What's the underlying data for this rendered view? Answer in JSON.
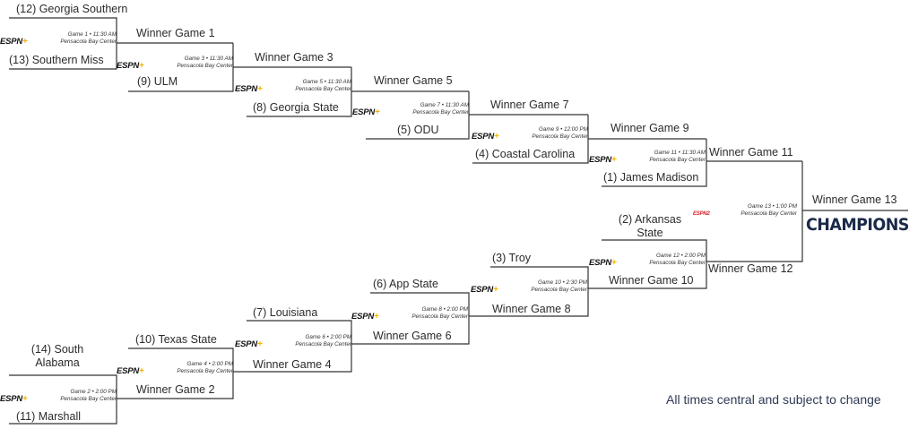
{
  "teams": {
    "t12": "(12) Georgia Southern",
    "t13": "(13) Southern Miss",
    "t9": "(9) ULM",
    "t8": "(8) Georgia State",
    "t5": "(5) ODU",
    "t4": "(4) Coastal Carolina",
    "t1": "(1) James Madison",
    "t14": "(14) South Alabama",
    "t11": "(11) Marshall",
    "t10": "(10) Texas State",
    "t7": "(7) Louisiana",
    "t6": "(6) App State",
    "t3": "(3) Troy",
    "t2": "(2) Arkansas State"
  },
  "winners": {
    "w1": "Winner Game 1",
    "w2": "Winner Game 2",
    "w3": "Winner Game 3",
    "w4": "Winner Game 4",
    "w5": "Winner Game 5",
    "w6": "Winner Game 6",
    "w7": "Winner Game 7",
    "w8": "Winner Game 8",
    "w9": "Winner Game 9",
    "w10": "Winner Game 10",
    "w11": "Winner Game 11",
    "w12": "Winner Game 12",
    "w13": "Winner Game 13"
  },
  "games": {
    "g1": {
      "label": "Game 1 • 11:30 AM",
      "venue": "Pensacola Bay Center"
    },
    "g2": {
      "label": "Game 2 • 2:00 PM",
      "venue": "Pensacola Bay Center"
    },
    "g3": {
      "label": "Game 3 • 11:30 AM",
      "venue": "Pensacola Bay Center"
    },
    "g4": {
      "label": "Game 4 • 2:00 PM",
      "venue": "Pensacola Bay Center"
    },
    "g5": {
      "label": "Game 5 • 11:30 AM",
      "venue": "Pensacola Bay Center"
    },
    "g6": {
      "label": "Game 6 • 2:00 PM",
      "venue": "Pensacola Bay Center"
    },
    "g7": {
      "label": "Game 7 • 11:30 AM",
      "venue": "Pensacola Bay Center"
    },
    "g8": {
      "label": "Game 8 • 2:00 PM",
      "venue": "Pensacola Bay Center"
    },
    "g9": {
      "label": "Game 9 • 12:00 PM",
      "venue": "Pensacola Bay Center"
    },
    "g10": {
      "label": "Game 10 • 2:30 PM",
      "venue": "Pensacola Bay Center"
    },
    "g11": {
      "label": "Game 11 • 11:30 AM",
      "venue": "Pensacola Bay Center"
    },
    "g12": {
      "label": "Game 12 • 2:00 PM",
      "venue": "Pensacola Bay Center"
    },
    "g13": {
      "label": "Game 13 • 1:00 PM",
      "venue": "Pensacola Bay Center"
    }
  },
  "broadcast": {
    "espn": "ESPN",
    "plus": "+",
    "espn2": "ESPN2"
  },
  "champions": "CHAMPIONS",
  "note": "All times central and subject to change",
  "colors": {
    "line": "#333333",
    "champions": "#1c2a4a",
    "espn_plus": "#f2b400",
    "espn2": "#d31f2a"
  }
}
